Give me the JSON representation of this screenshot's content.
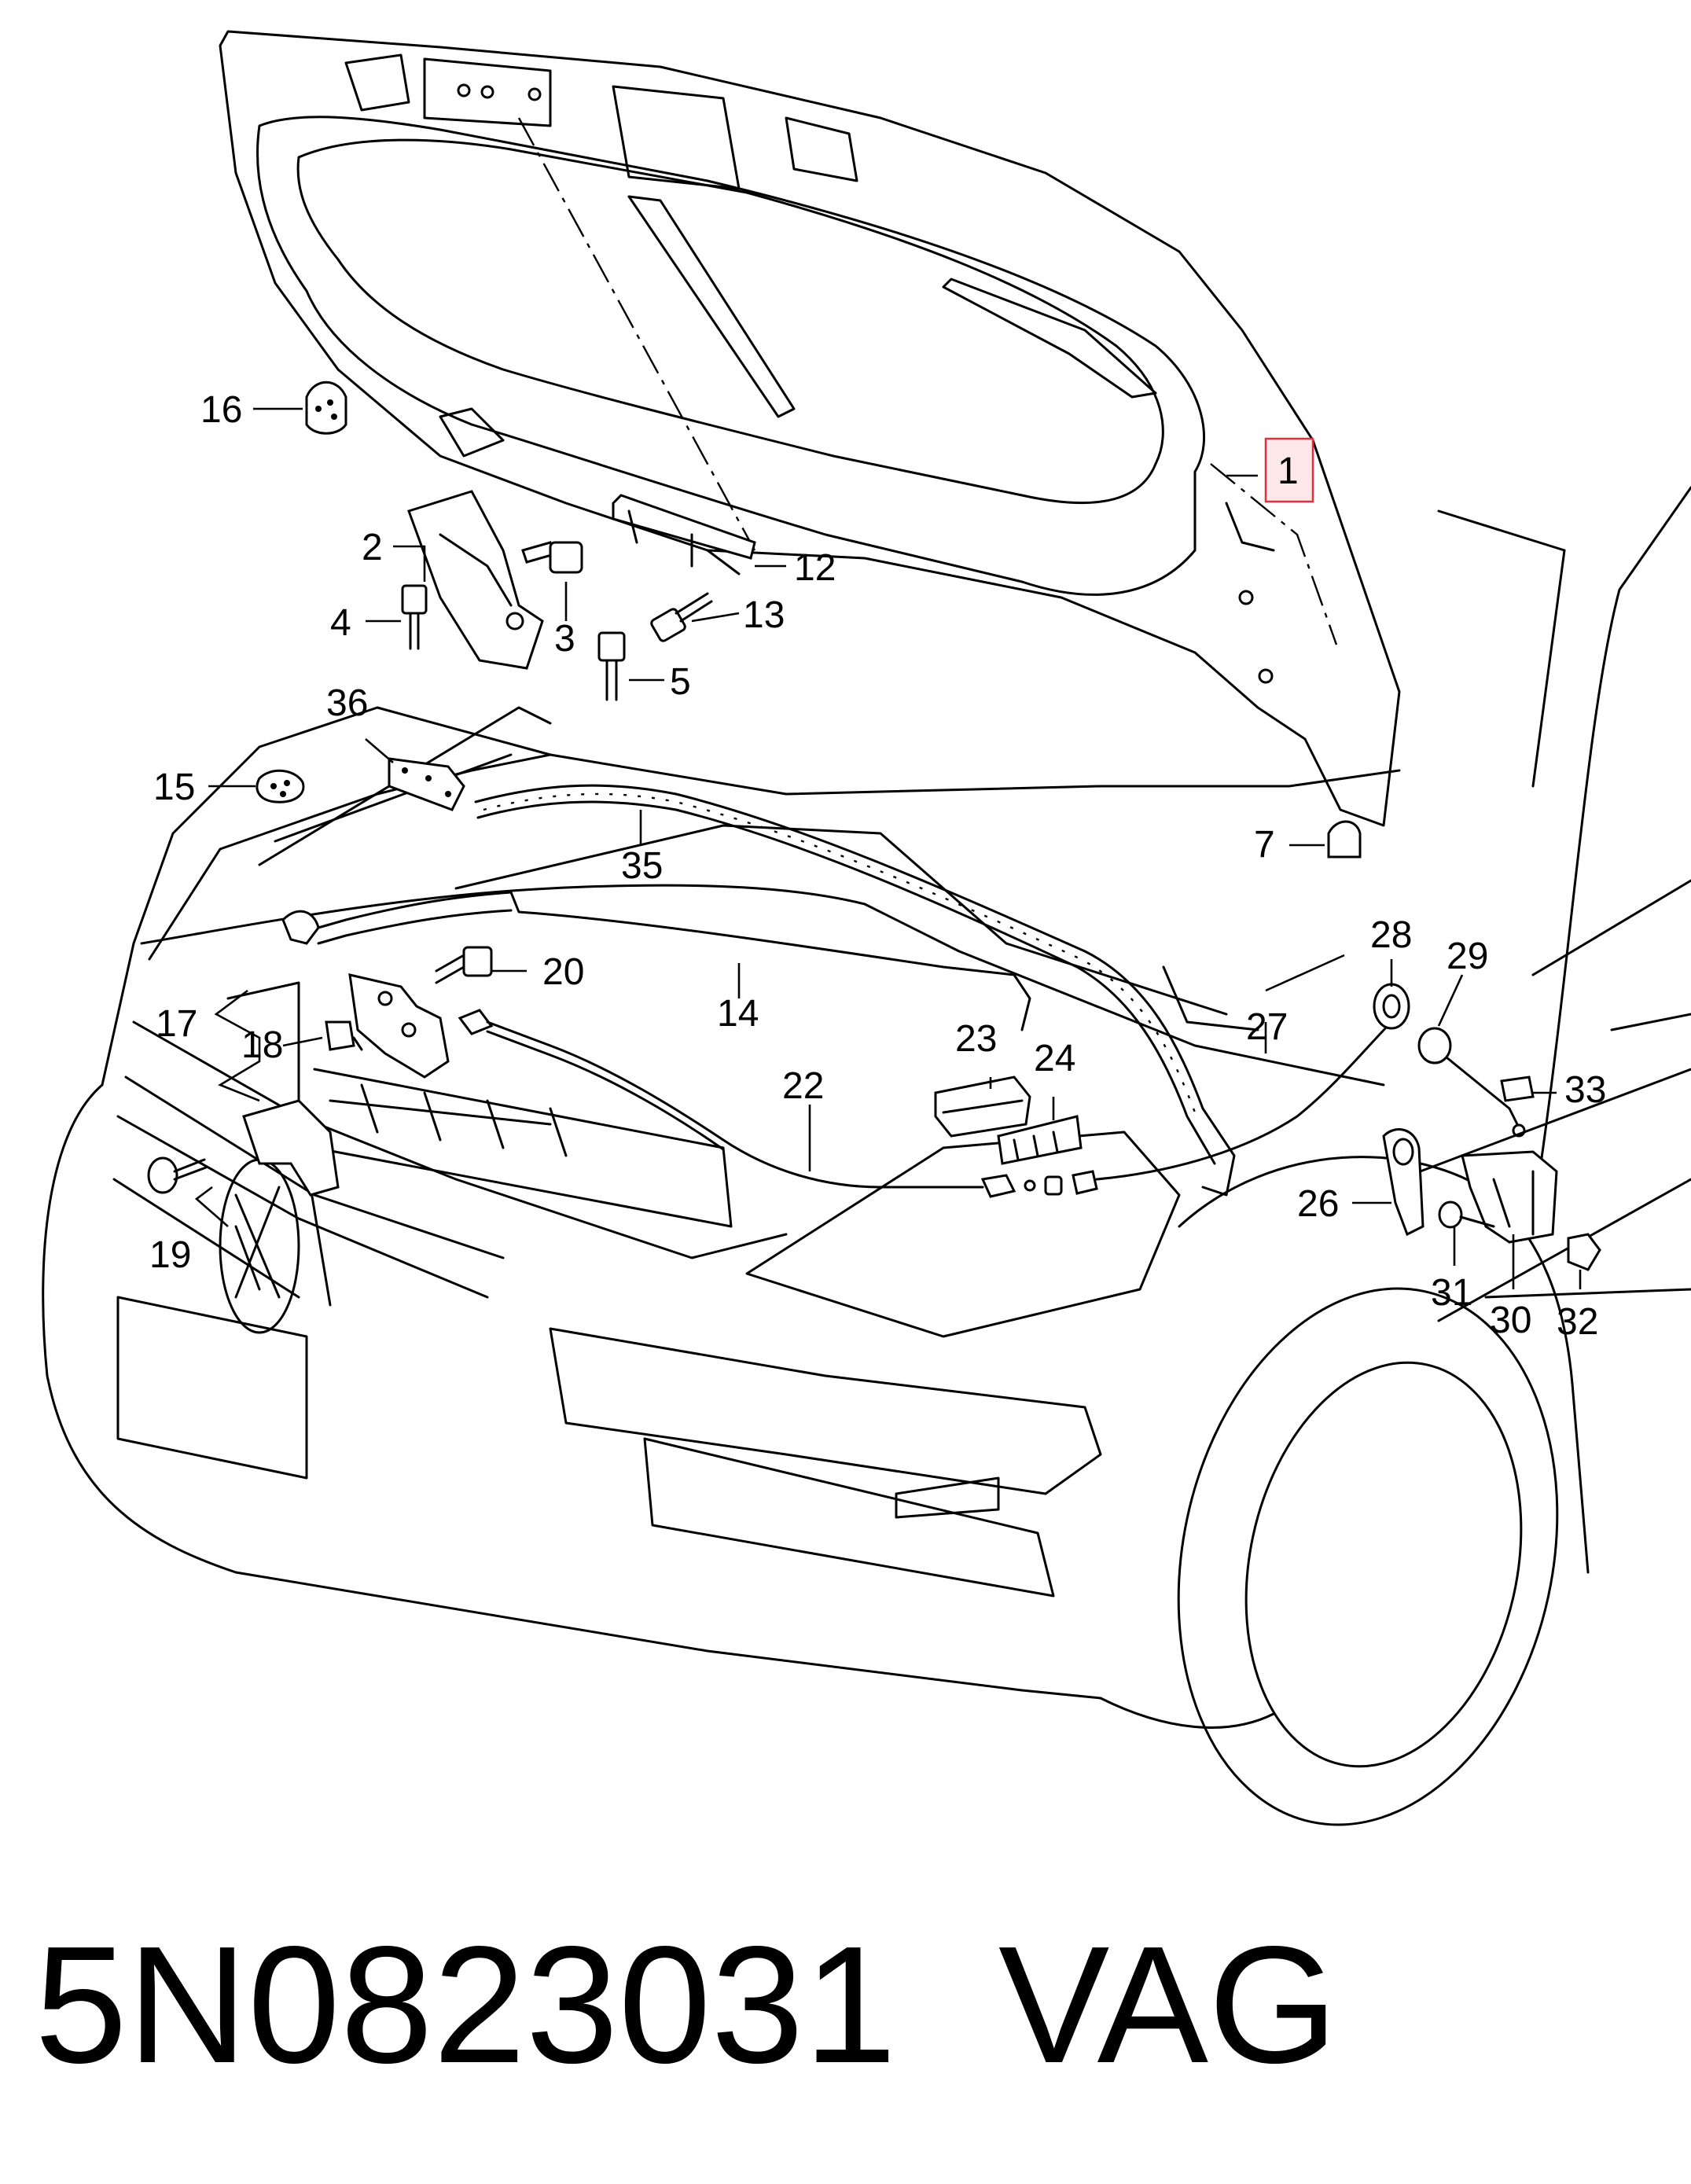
{
  "diagram": {
    "highlighted_label": "1",
    "labels": {
      "l1": "1",
      "l2": "2",
      "l3": "3",
      "l4": "4",
      "l5": "5",
      "l7": "7",
      "l12": "12",
      "l13": "13",
      "l14": "14",
      "l15": "15",
      "l16": "16",
      "l17": "17",
      "l18": "18",
      "l19": "19",
      "l20": "20",
      "l22": "22",
      "l23": "23",
      "l24": "24",
      "l26": "26",
      "l27": "27",
      "l28": "28",
      "l29": "29",
      "l30": "30",
      "l31": "31",
      "l32": "32",
      "l33": "33",
      "l35": "35",
      "l36": "36"
    },
    "colors": {
      "line": "#000000",
      "highlight_fill": "#fde7e9",
      "highlight_stroke": "#e2303e"
    }
  },
  "caption": {
    "part_number": "5N0823031",
    "brand": "VAG"
  }
}
